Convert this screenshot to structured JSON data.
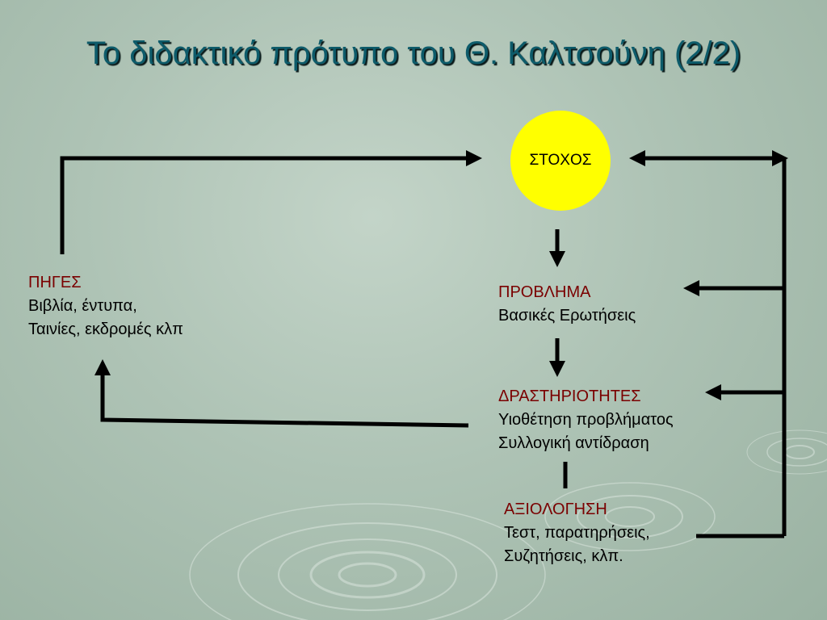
{
  "title": "Το διδακτικό πρότυπο του Θ. Καλτσούνη (2/2)",
  "goal": {
    "label": "ΣΤΟΧΟΣ",
    "color": "#ffff00"
  },
  "sources": {
    "heading": "ΠΗΓΕΣ",
    "line1": "Βιβλία, έντυπα,",
    "line2": "Ταινίες, εκδρομές κλπ"
  },
  "problem": {
    "heading": "ΠΡΟΒΛΗΜΑ",
    "line1": "Βασικές Ερωτήσεις"
  },
  "activities": {
    "heading": "ΔΡΑΣΤΗΡΙΟΤΗΤΕΣ",
    "line1": "Υιοθέτηση προβλήματος",
    "line2": "Συλλογική αντίδραση"
  },
  "evaluation": {
    "heading": "ΑΞΙΟΛΟΓΗΣΗ",
    "line1": "Τεστ, παρατηρήσεις,",
    "line2": "Συζητήσεις, κλπ."
  },
  "colors": {
    "title": "#0d5b6a",
    "heading": "#7a0000",
    "arrow": "#000000",
    "background": "#aec3b5"
  }
}
